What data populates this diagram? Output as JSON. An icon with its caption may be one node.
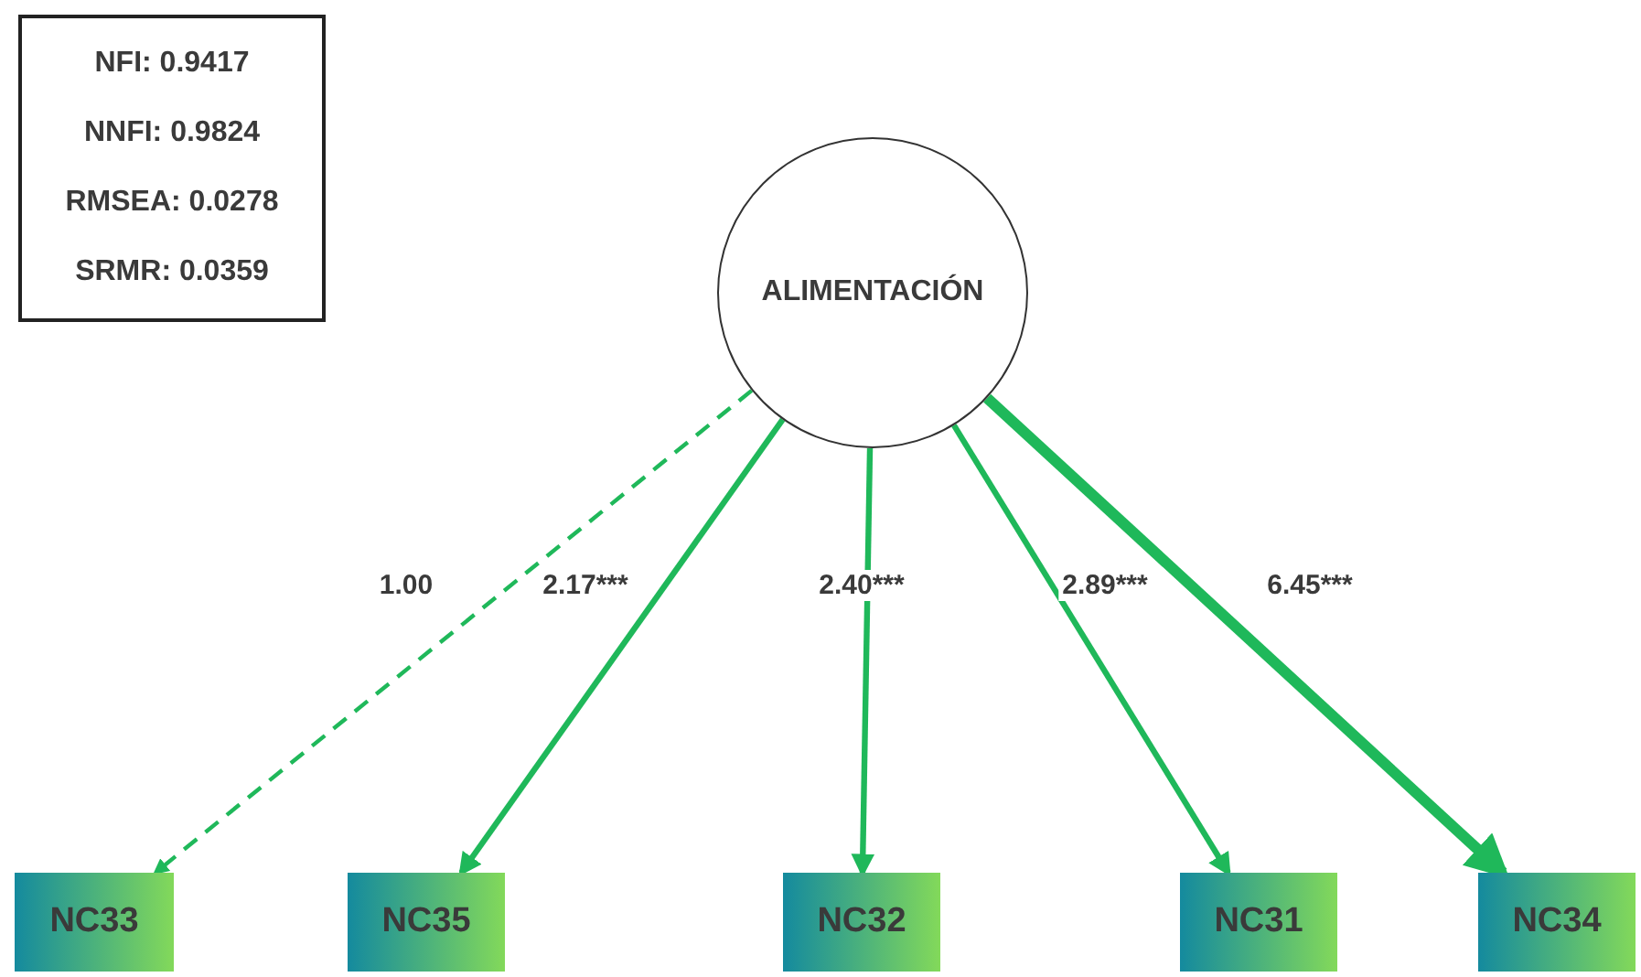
{
  "diagram": {
    "nodes": [
      {
        "text": [
          "NFI: 0.9417",
          "NNFI: 0.9824",
          "RMSEA: 0.0278",
          "SRMR: 0.0359"
        ]
      },
      {
        "text": [
          "ALIMENTACIÓN"
        ]
      },
      {
        "text": [
          "NC33"
        ]
      },
      {
        "text": [
          "NC35"
        ]
      },
      {
        "text": [
          "NC32"
        ]
      },
      {
        "text": [
          "NC31"
        ]
      },
      {
        "text": [
          "NC34"
        ]
      }
    ],
    "edges": [
      {
        "from": 1,
        "to": 2,
        "arrow": "to",
        "label": "1.00",
        "style": "dashed"
      },
      {
        "from": 1,
        "to": 3,
        "arrow": "to",
        "label": "2.17***"
      },
      {
        "from": 1,
        "to": 4,
        "arrow": "to",
        "label": "2.40***"
      },
      {
        "from": 1,
        "to": 5,
        "arrow": "to",
        "label": "2.89***"
      },
      {
        "from": 1,
        "to": 6,
        "arrow": "to",
        "label": "6.45***",
        "style": "thick"
      }
    ]
  }
}
